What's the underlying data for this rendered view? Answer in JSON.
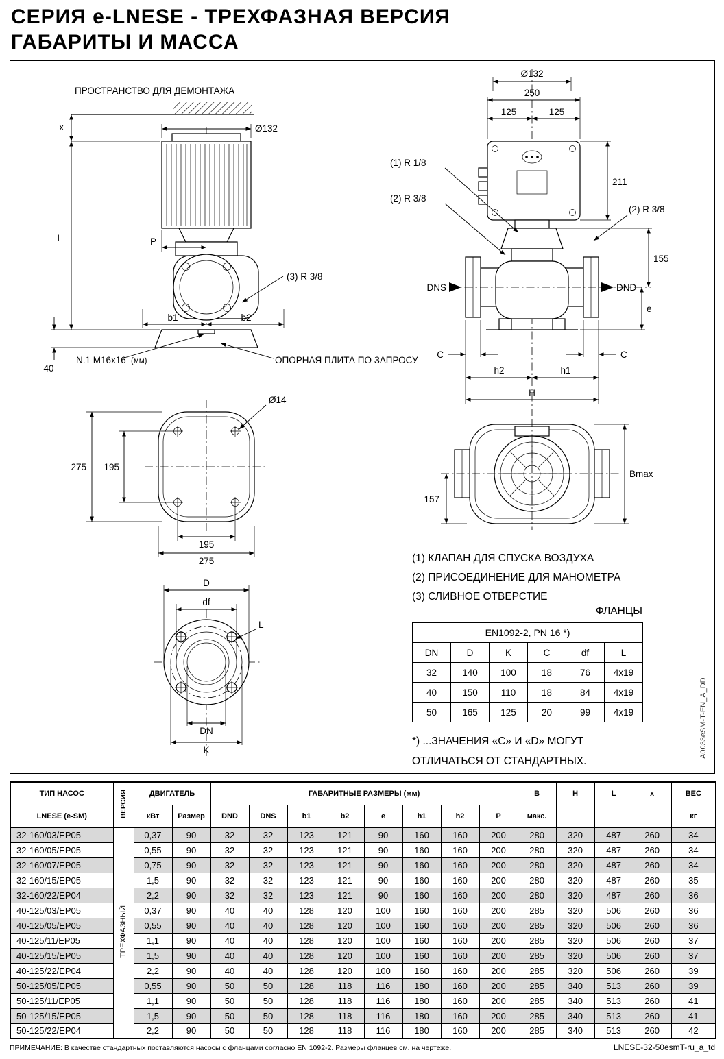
{
  "page": {
    "title_line1": "СЕРИЯ e-LNESE - ТРЕХФАЗНАЯ ВЕРСИЯ",
    "title_line2": "ГАБАРИТЫ И МАССА"
  },
  "drawing": {
    "labels": {
      "dismantle_space": "ПРОСТРАНСТВО ДЛЯ ДЕМОНТАЖА",
      "x_dim": "x",
      "dia132": "Ø132",
      "L_dim": "L",
      "P_dim": "P",
      "drain_ref": "(3) R 3/8",
      "b1": "b1",
      "b2": "b2",
      "d40": "40",
      "anchor_note": "N.1 M16x16",
      "mm": "(мм)",
      "base_plate_note": "ОПОРНАЯ ПЛИТА ПО ЗАПРОСУ",
      "d250": "250",
      "d125": "125",
      "vent_ref": "(1) R 1/8",
      "gauge_ref": "(2) R 3/8",
      "d211": "211",
      "d155": "155",
      "dns": "DNS",
      "dnd": "DND",
      "e_dim": "e",
      "c_dim": "C",
      "h1": "h1",
      "h2": "h2",
      "H_dim": "H",
      "dia14": "Ø14",
      "d275": "275",
      "d195": "195",
      "d157": "157",
      "bmax": "Bmax",
      "D_dim": "D",
      "df_dim": "df",
      "L_hole": "L",
      "DN_dim": "DN",
      "K_dim": "K"
    },
    "notes": [
      "(1) КЛАПАН ДЛЯ СПУСКА ВОЗДУХА",
      "(2) ПРИСОЕДИНЕНИЕ ДЛЯ МАНОМЕТРА",
      "(3) СЛИВНОЕ ОТВЕРСТИЕ"
    ],
    "side_code": "A0033eSM-T-EN_A_DD"
  },
  "flange_table": {
    "title": "ФЛАНЦЫ",
    "standard": "EN1092-2, PN 16 *)",
    "columns": [
      "DN",
      "D",
      "K",
      "C",
      "df",
      "L"
    ],
    "rows": [
      [
        "32",
        "140",
        "100",
        "18",
        "76",
        "4x19"
      ],
      [
        "40",
        "150",
        "110",
        "18",
        "84",
        "4x19"
      ],
      [
        "50",
        "165",
        "125",
        "20",
        "99",
        "4x19"
      ]
    ],
    "footnote_line1": "*) ...ЗНАЧЕНИЯ «C» И «D» МОГУТ",
    "footnote_line2": "ОТЛИЧАТЬСЯ ОТ СТАНДАРТНЫХ."
  },
  "main_table": {
    "headers": {
      "pump_type": "ТИП НАСОС",
      "pump_type_sub": "LNESE (e-SM)",
      "version": "ВЕРСИЯ",
      "motor": "ДВИГАТЕЛЬ",
      "motor_sub": [
        "кВт",
        "Размер"
      ],
      "dims_group": "ГАБАРИТНЫЕ РАЗМЕРЫ (мм)",
      "dims_sub": [
        "DND",
        "DNS",
        "b1",
        "b2",
        "e",
        "h1",
        "h2",
        "P"
      ],
      "b_max": "B",
      "b_max_sub": "макс.",
      "h": "H",
      "l": "L",
      "x": "x",
      "weight": "ВЕС",
      "weight_sub": "кг"
    },
    "version_value": "ТРЕХФАЗНЫЙ",
    "rows": [
      [
        "32-160/03/EP05",
        "0,37",
        "90",
        "32",
        "32",
        "123",
        "121",
        "90",
        "160",
        "160",
        "200",
        "280",
        "320",
        "487",
        "260",
        "34"
      ],
      [
        "32-160/05/EP05",
        "0,55",
        "90",
        "32",
        "32",
        "123",
        "121",
        "90",
        "160",
        "160",
        "200",
        "280",
        "320",
        "487",
        "260",
        "34"
      ],
      [
        "32-160/07/EP05",
        "0,75",
        "90",
        "32",
        "32",
        "123",
        "121",
        "90",
        "160",
        "160",
        "200",
        "280",
        "320",
        "487",
        "260",
        "34"
      ],
      [
        "32-160/15/EP05",
        "1,5",
        "90",
        "32",
        "32",
        "123",
        "121",
        "90",
        "160",
        "160",
        "200",
        "280",
        "320",
        "487",
        "260",
        "35"
      ],
      [
        "32-160/22/EP04",
        "2,2",
        "90",
        "32",
        "32",
        "123",
        "121",
        "90",
        "160",
        "160",
        "200",
        "280",
        "320",
        "487",
        "260",
        "36"
      ],
      [
        "40-125/03/EP05",
        "0,37",
        "90",
        "40",
        "40",
        "128",
        "120",
        "100",
        "160",
        "160",
        "200",
        "285",
        "320",
        "506",
        "260",
        "36"
      ],
      [
        "40-125/05/EP05",
        "0,55",
        "90",
        "40",
        "40",
        "128",
        "120",
        "100",
        "160",
        "160",
        "200",
        "285",
        "320",
        "506",
        "260",
        "36"
      ],
      [
        "40-125/11/EP05",
        "1,1",
        "90",
        "40",
        "40",
        "128",
        "120",
        "100",
        "160",
        "160",
        "200",
        "285",
        "320",
        "506",
        "260",
        "37"
      ],
      [
        "40-125/15/EP05",
        "1,5",
        "90",
        "40",
        "40",
        "128",
        "120",
        "100",
        "160",
        "160",
        "200",
        "285",
        "320",
        "506",
        "260",
        "37"
      ],
      [
        "40-125/22/EP04",
        "2,2",
        "90",
        "40",
        "40",
        "128",
        "120",
        "100",
        "160",
        "160",
        "200",
        "285",
        "320",
        "506",
        "260",
        "39"
      ],
      [
        "50-125/05/EP05",
        "0,55",
        "90",
        "50",
        "50",
        "128",
        "118",
        "116",
        "180",
        "160",
        "200",
        "285",
        "340",
        "513",
        "260",
        "39"
      ],
      [
        "50-125/11/EP05",
        "1,1",
        "90",
        "50",
        "50",
        "128",
        "118",
        "116",
        "180",
        "160",
        "200",
        "285",
        "340",
        "513",
        "260",
        "41"
      ],
      [
        "50-125/15/EP05",
        "1,5",
        "90",
        "50",
        "50",
        "128",
        "118",
        "116",
        "180",
        "160",
        "200",
        "285",
        "340",
        "513",
        "260",
        "41"
      ],
      [
        "50-125/22/EP04",
        "2,2",
        "90",
        "50",
        "50",
        "128",
        "118",
        "116",
        "180",
        "160",
        "200",
        "285",
        "340",
        "513",
        "260",
        "42"
      ]
    ]
  },
  "footer": {
    "note": "ПРИМЕЧАНИЕ: В качестве стандартных поставляются насосы с фланцами согласно EN 1092-2. Размеры фланцев см. на чертеже.",
    "doc_code": "LNESE-32-50esmT-ru_a_td"
  },
  "colors": {
    "row_shade": "#d9d9d9",
    "ink": "#000000",
    "background": "#ffffff"
  }
}
